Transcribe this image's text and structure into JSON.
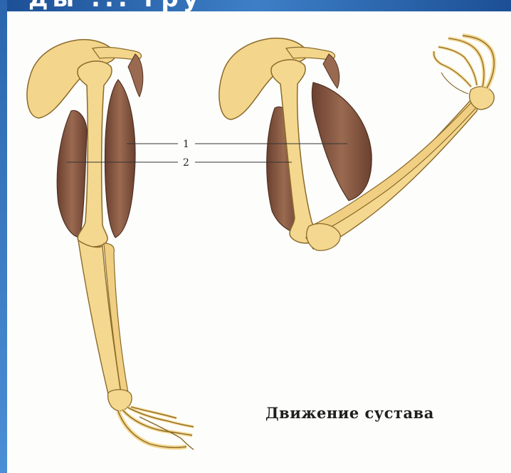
{
  "slide": {
    "title_fragment": "ды ... гру",
    "colors": {
      "frame_blue": "#2a5fa3",
      "bone": "#f5d890",
      "bone_outline": "#8a6a2a",
      "muscle": "#8b5a43",
      "muscle_dark": "#5e3a2a"
    }
  },
  "diagram": {
    "caption": "Движение сустава",
    "labels": [
      {
        "text": "1"
      },
      {
        "text": "2"
      }
    ]
  }
}
